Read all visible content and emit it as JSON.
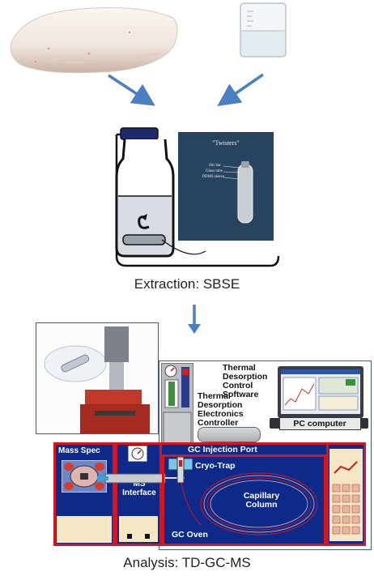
{
  "extraction": {
    "twisters_title": "\"Twisters\"",
    "twister_parts": [
      "Stir bar",
      "Glass tube",
      "PDMS sleeve"
    ],
    "caption": "Extraction: SBSE"
  },
  "analysis": {
    "labels": {
      "td_software": "Thermal Desorption Control Software",
      "td_electronics": "Thermal Desorption Electronics Controller",
      "pc": "PC computer",
      "mass_spec": "Mass Spec",
      "ms_interface": "MS Interface",
      "gc_injection_port": "GC Injection Port",
      "cryo_trap": "Cryo-Trap",
      "capillary_column": "Capillary Column",
      "gc_oven": "GC Oven"
    },
    "caption": "Analysis: TD-GC-MS"
  },
  "colors": {
    "arrow": "#4a7fc4",
    "instrument_blue": "#0d2a8a",
    "instrument_red": "#d8141c",
    "panel_cream": "#f5e7c4"
  }
}
